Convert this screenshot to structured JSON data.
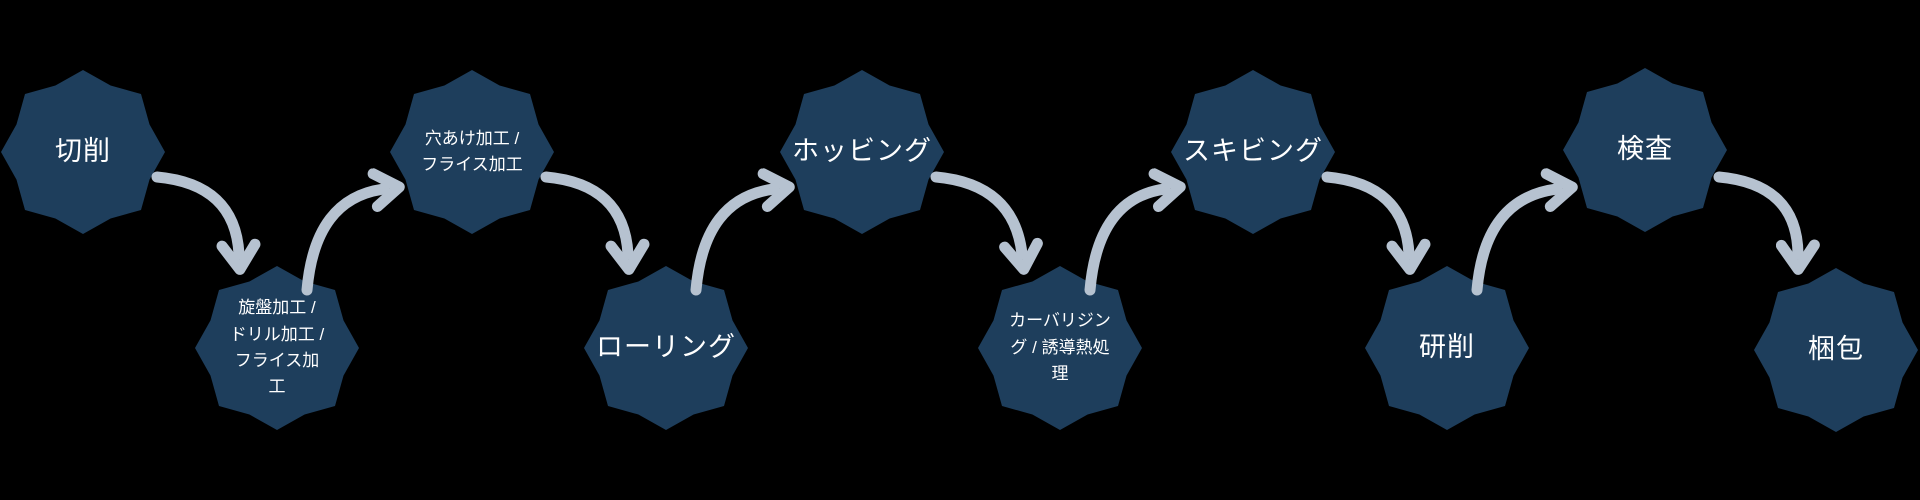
{
  "diagram": {
    "type": "process-flow",
    "background_color": "#000000",
    "node_color": "#1e3e5c",
    "arrow_color": "#b6c2d0",
    "text_color": "#ffffff",
    "node_shape": "8-point-star-badge",
    "arrow_count": 9,
    "steps": [
      {
        "label": "切削"
      },
      {
        "label": "旋盤加工 / ドリル加工 / フライス加工"
      },
      {
        "label": "穴あけ加工 / フライス加工"
      },
      {
        "label": "ローリング"
      },
      {
        "label": "ホッビング"
      },
      {
        "label": "カーバリジング / 誘導熱処理"
      },
      {
        "label": "スキビング"
      },
      {
        "label": "研削"
      },
      {
        "label": "検査"
      },
      {
        "label": "梱包"
      }
    ]
  }
}
